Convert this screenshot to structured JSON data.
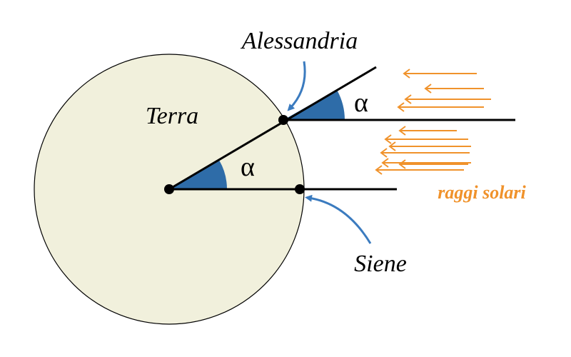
{
  "labels": {
    "alessandria": "Alessandria",
    "terra": "Terra",
    "siene": "Siene",
    "raggi_solari": "raggi solari",
    "alpha_outer": "α",
    "alpha_center": "α"
  },
  "colors": {
    "earth_fill": "#f1f0dc",
    "angle_fill": "#2e6ca8",
    "pointer_arrow": "#3b7bbf",
    "sun_rays": "#f0922b",
    "line": "#000000"
  }
}
